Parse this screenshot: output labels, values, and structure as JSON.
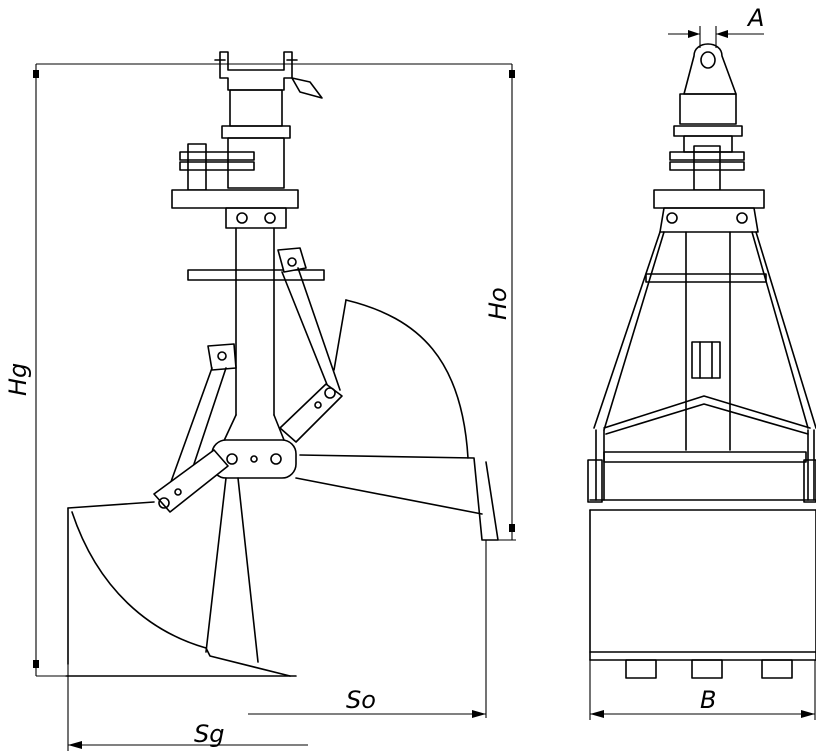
{
  "labels": {
    "A": "A",
    "Hg": "Hg",
    "Ho": "Ho",
    "So": "So",
    "Sg": "Sg",
    "B": "B"
  }
}
